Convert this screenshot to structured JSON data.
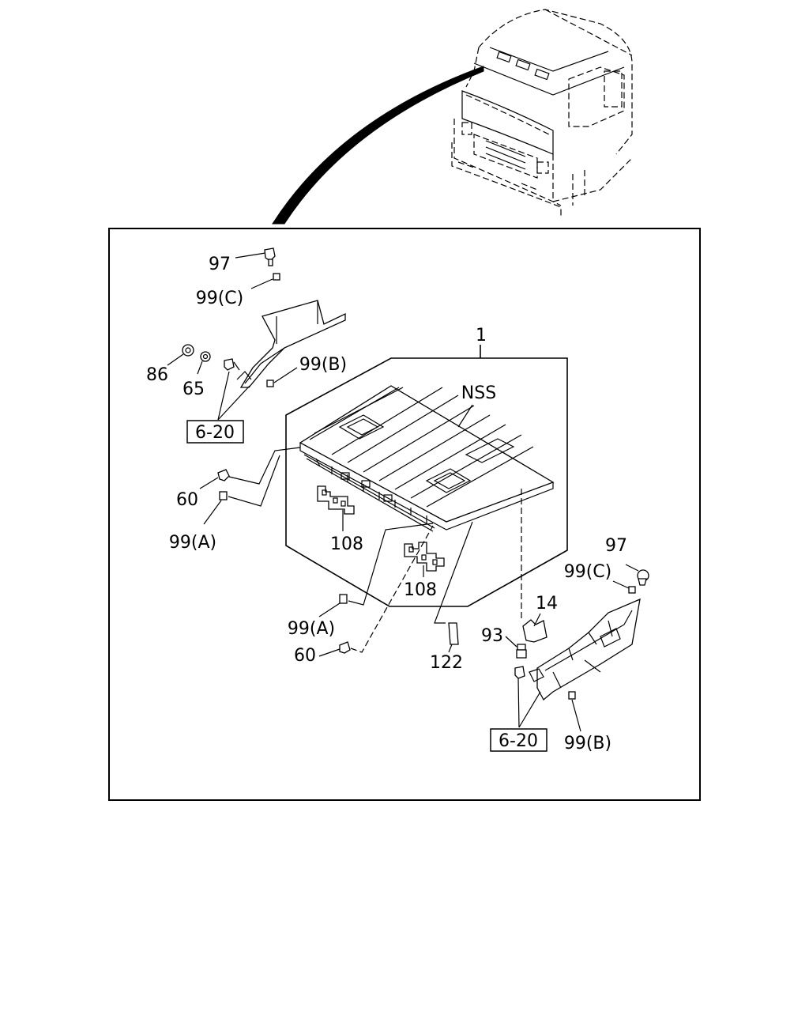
{
  "callouts": {
    "main_assembly": "1",
    "nss": "NSS",
    "bolt_97_left": "97",
    "clip_99c_left": "99(C)",
    "washer_86": "86",
    "washer_65": "65",
    "clip_99b_left": "99(B)",
    "ref_6_20_left": "6-20",
    "plug_60_left": "60",
    "clip_99a_left": "99(A)",
    "bracket_108_left": "108",
    "bracket_108_right": "108",
    "clip_99a_center": "99(A)",
    "plug_60_center": "60",
    "strip_122": "122",
    "bolt_97_right": "97",
    "clip_99c_right": "99(C)",
    "bracket_14": "14",
    "bolt_93": "93",
    "ref_6_20_right": "6-20",
    "clip_99b_right": "99(B)"
  }
}
